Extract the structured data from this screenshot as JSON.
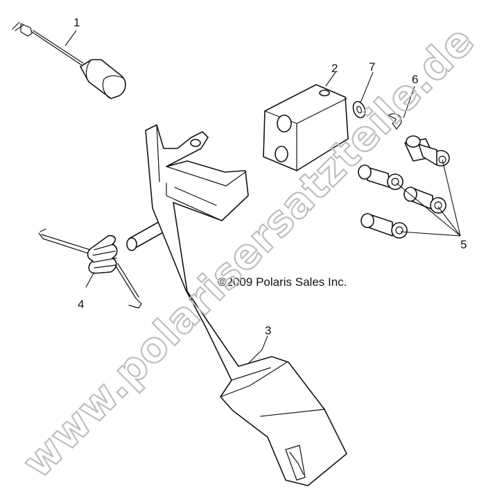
{
  "diagram": {
    "copyright": "©2009 Polaris Sales Inc.",
    "watermark": "www.polarisersatzteile.de",
    "callouts": [
      "1",
      "2",
      "3",
      "4",
      "5",
      "6",
      "7"
    ]
  }
}
